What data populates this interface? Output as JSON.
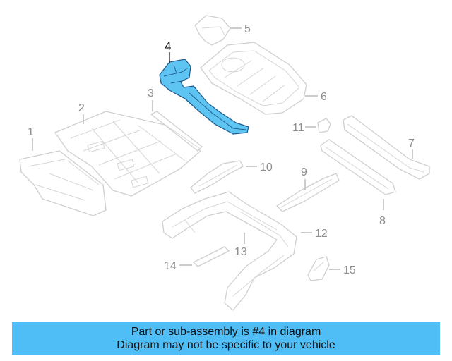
{
  "diagram": {
    "highlighted_part": "4",
    "callouts": [
      "1",
      "2",
      "3",
      "4",
      "5",
      "6",
      "7",
      "8",
      "9",
      "10",
      "11",
      "12",
      "13",
      "14",
      "15"
    ],
    "colors": {
      "highlight": "#5ec4f2",
      "banner": "#4fbdf6",
      "outline": "#cfcfcf",
      "label": "#8e8e8e"
    }
  },
  "banner": {
    "line1": "Part or sub-assembly is #4 in diagram",
    "line2": "Diagram may not be specific to your vehicle"
  }
}
